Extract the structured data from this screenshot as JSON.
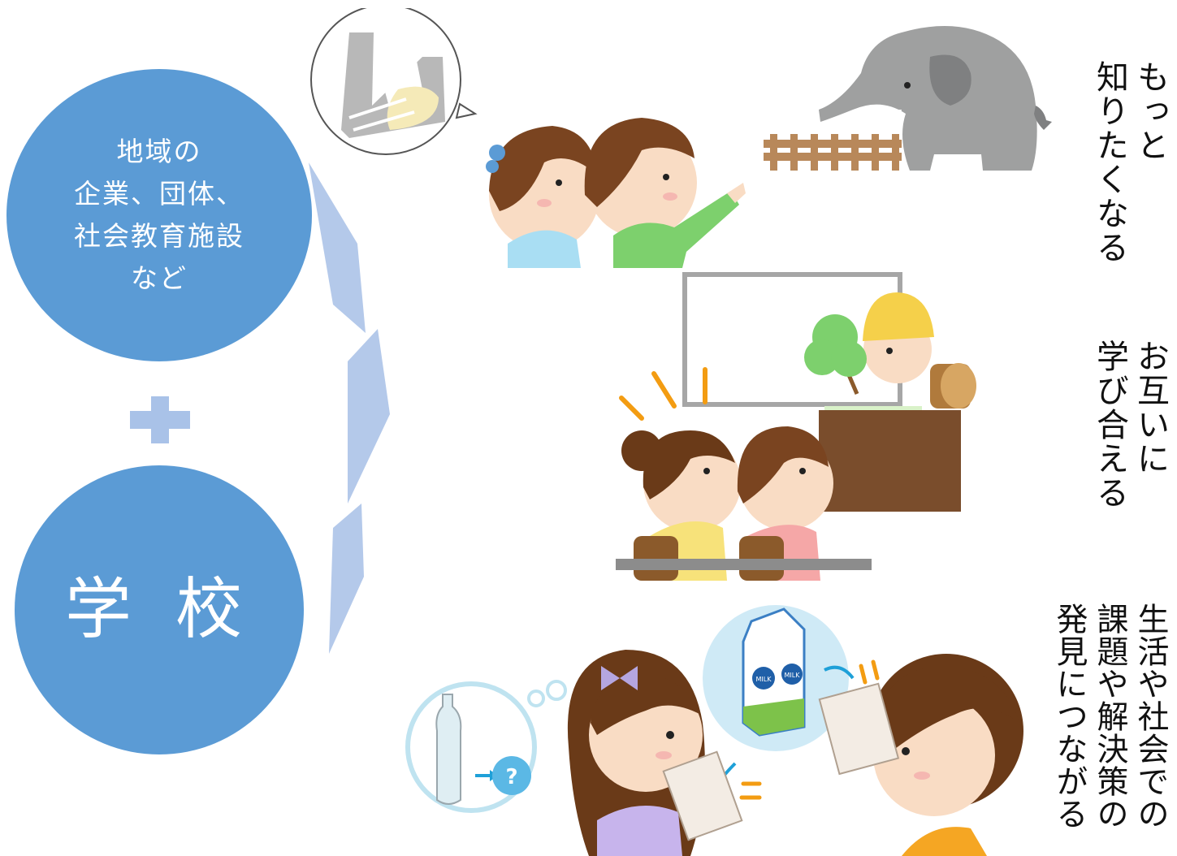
{
  "colors": {
    "circle": "#5b9bd5",
    "plus": "#a9c2e8",
    "arrow": "#b4c9ea"
  },
  "left_column": {
    "top_circle_label": "地域の\n企業、団体、\n社会教育施設\nなど",
    "bottom_circle_label": "学 校",
    "connector_icon": "plus-icon"
  },
  "outcomes": [
    {
      "label": "もっと\n知りたくなる",
      "illustration": "children-pointing-at-elephant"
    },
    {
      "label": "お互いに\n学び合える",
      "illustration": "children-listening-to-worker-lecture"
    },
    {
      "label": "生活や社会での\n課題や解決策の\n発見につながる",
      "illustration": "children-discussing-milk-carton-and-bottle"
    }
  ],
  "illustration_text": {
    "milk_left": "MILK",
    "milk_right": "MILK",
    "question_mark": "?"
  }
}
